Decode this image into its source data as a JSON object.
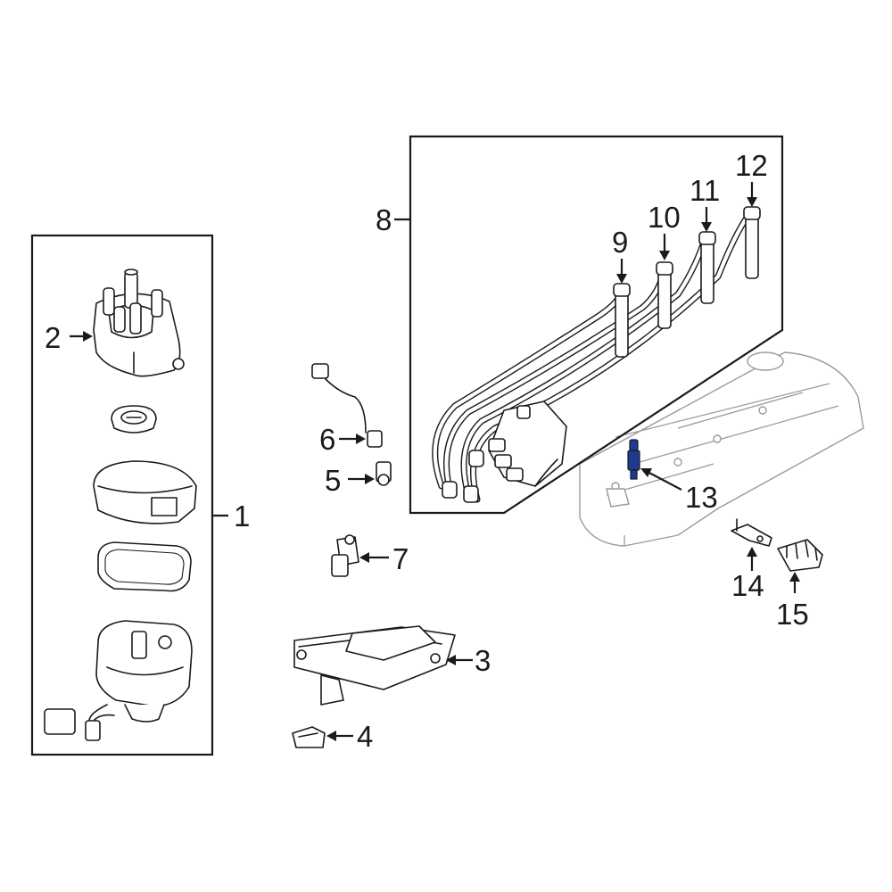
{
  "callouts": {
    "c1": "1",
    "c2": "2",
    "c3": "3",
    "c4": "4",
    "c5": "5",
    "c6": "6",
    "c7": "7",
    "c8": "8",
    "c9": "9",
    "c10": "10",
    "c11": "11",
    "c12": "12",
    "c13": "13",
    "c14": "14",
    "c15": "15"
  },
  "colors": {
    "line": "#1a1a1a",
    "background": "#ffffff",
    "ghost": "#9a9a9a",
    "highlight": "#1f3a93"
  }
}
